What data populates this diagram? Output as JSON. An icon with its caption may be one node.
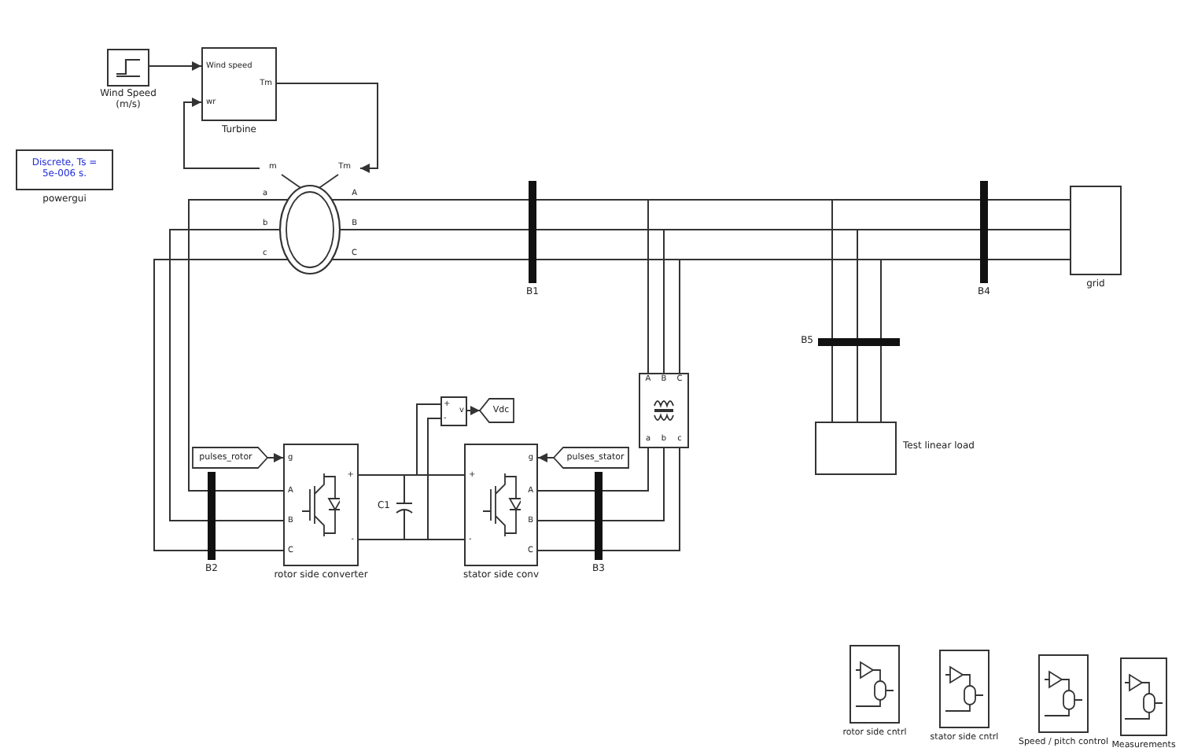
{
  "diagram": {
    "nodes": [
      {
        "text": [
          "Wind Speed (m/s)"
        ]
      },
      {
        "text": [
          "Wind speed",
          "wr",
          "Tm",
          "Turbine"
        ]
      },
      {
        "text": [
          "Discrete, Ts = 5e-006 s.",
          "powergui"
        ]
      },
      {
        "text": [
          "m",
          "Tm",
          "a",
          "b",
          "c",
          "A",
          "B",
          "C"
        ]
      },
      {
        "text": [
          "B1"
        ]
      },
      {
        "text": [
          "B4"
        ]
      },
      {
        "text": [
          "grid"
        ]
      },
      {
        "text": [
          "B5"
        ]
      },
      {
        "text": [
          "Test linear load"
        ]
      },
      {
        "text": [
          "A",
          "B",
          "C",
          "a",
          "b",
          "c"
        ]
      },
      {
        "text": [
          "B2"
        ]
      },
      {
        "text": [
          "g",
          "A",
          "B",
          "C",
          "+",
          "-",
          "rotor side converter"
        ]
      },
      {
        "text": [
          "pulses_rotor"
        ]
      },
      {
        "text": [
          "C1"
        ]
      },
      {
        "text": [
          "+",
          "-",
          "v"
        ]
      },
      {
        "text": [
          "Vdc"
        ]
      },
      {
        "text": [
          "g",
          "A",
          "B",
          "C",
          "+",
          "-",
          "stator side conv"
        ]
      },
      {
        "text": [
          "pulses_stator"
        ]
      },
      {
        "text": [
          "B3"
        ]
      },
      {
        "text": [
          "rotor side cntrl"
        ]
      },
      {
        "text": [
          "stator side cntrl"
        ]
      },
      {
        "text": [
          "Speed / pitch control"
        ]
      },
      {
        "text": [
          "Measurements"
        ]
      }
    ],
    "edges": [
      {
        "from": 0,
        "to": 1,
        "arrow": "to"
      },
      {
        "from": 1,
        "to": 3,
        "arrow": "to"
      },
      {
        "from": 3,
        "to": 1,
        "arrow": "to"
      },
      {
        "from": 3,
        "to": 4,
        "arrow": "none"
      },
      {
        "from": 3,
        "to": 4,
        "arrow": "none"
      },
      {
        "from": 3,
        "to": 4,
        "arrow": "none"
      },
      {
        "from": 4,
        "to": 5,
        "arrow": "none"
      },
      {
        "from": 4,
        "to": 5,
        "arrow": "none"
      },
      {
        "from": 4,
        "to": 5,
        "arrow": "none"
      },
      {
        "from": 4,
        "to": 9,
        "arrow": "none"
      },
      {
        "from": 4,
        "to": 9,
        "arrow": "none"
      },
      {
        "from": 4,
        "to": 9,
        "arrow": "none"
      },
      {
        "from": 4,
        "to": 7,
        "arrow": "none"
      },
      {
        "from": 4,
        "to": 7,
        "arrow": "none"
      },
      {
        "from": 4,
        "to": 7,
        "arrow": "none"
      },
      {
        "from": 5,
        "to": 6,
        "arrow": "none"
      },
      {
        "from": 5,
        "to": 6,
        "arrow": "none"
      },
      {
        "from": 5,
        "to": 6,
        "arrow": "none"
      },
      {
        "from": 7,
        "to": 8,
        "arrow": "none"
      },
      {
        "from": 7,
        "to": 8,
        "arrow": "none"
      },
      {
        "from": 7,
        "to": 8,
        "arrow": "none"
      },
      {
        "from": 3,
        "to": 10,
        "arrow": "none"
      },
      {
        "from": 3,
        "to": 10,
        "arrow": "none"
      },
      {
        "from": 3,
        "to": 10,
        "arrow": "none"
      },
      {
        "from": 10,
        "to": 11,
        "arrow": "none"
      },
      {
        "from": 10,
        "to": 11,
        "arrow": "none"
      },
      {
        "from": 10,
        "to": 11,
        "arrow": "none"
      },
      {
        "from": 12,
        "to": 11,
        "arrow": "to"
      },
      {
        "from": 11,
        "to": 13,
        "arrow": "none"
      },
      {
        "from": 13,
        "to": 16,
        "arrow": "none"
      },
      {
        "from": 11,
        "to": 13,
        "arrow": "none"
      },
      {
        "from": 13,
        "to": 16,
        "arrow": "none"
      },
      {
        "from": 13,
        "to": 14,
        "arrow": "none"
      },
      {
        "from": 13,
        "to": 14,
        "arrow": "none"
      },
      {
        "from": 14,
        "to": 15,
        "arrow": "to"
      },
      {
        "from": 17,
        "to": 16,
        "arrow": "to"
      },
      {
        "from": 16,
        "to": 18,
        "arrow": "none"
      },
      {
        "from": 16,
        "to": 18,
        "arrow": "none"
      },
      {
        "from": 16,
        "to": 18,
        "arrow": "none"
      },
      {
        "from": 18,
        "to": 9,
        "arrow": "none"
      },
      {
        "from": 18,
        "to": 9,
        "arrow": "none"
      },
      {
        "from": 18,
        "to": 9,
        "arrow": "none"
      }
    ]
  }
}
